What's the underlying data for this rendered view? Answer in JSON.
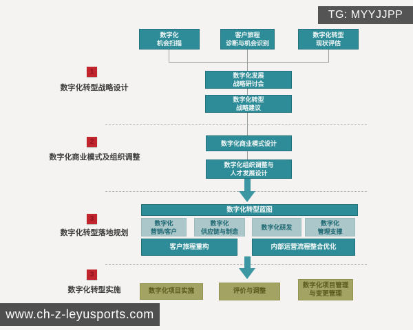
{
  "watermarks": {
    "tg": "TG: MYYJJPP",
    "url": "www.ch-z-leyusports.com"
  },
  "colors": {
    "teal": "#2e8c99",
    "teal_light": "#abc7ca",
    "olive": "#a3a364",
    "badge_red": "#c2242e",
    "watermark_gray": "#545454",
    "background": "#f4f3f1"
  },
  "phases": [
    {
      "num": "1",
      "label": "数字化转型战略设计"
    },
    {
      "num": "2",
      "label": "数字化商业模式及组织调整"
    },
    {
      "num": "3",
      "label": "数字化转型落地规划"
    },
    {
      "num": "3",
      "label": "数字化转型实施"
    }
  ],
  "assess_boxes": [
    {
      "line1": "数字化",
      "line2": "机会扫描"
    },
    {
      "line1": "客户旅程",
      "line2": "诊断与机会识别"
    },
    {
      "line1": "数字化转型",
      "line2": "现状评估"
    }
  ],
  "phase1": {
    "workshop": {
      "line1": "数字化发展",
      "line2": "战略研讨会"
    },
    "proposal": {
      "line1": "数字化转型",
      "line2": "战略建议"
    }
  },
  "phase2": {
    "business_model": {
      "line1": "数字化商业模式设计"
    },
    "org_design": {
      "line1": "数字化组织调整与",
      "line2": "人才发展设计"
    }
  },
  "phase3": {
    "blueprint_title": "数字化转型蓝图",
    "domains": [
      {
        "line1": "数字化",
        "line2": "营销/客户"
      },
      {
        "line1": "数字化",
        "line2": "供应链与制造"
      },
      {
        "line1": "数字化研发",
        "line2": ""
      },
      {
        "line1": "数字化",
        "line2": "管理支撑"
      }
    ],
    "processes": [
      {
        "label": "客户旅程重构"
      },
      {
        "label": "内部运营流程整合优化"
      }
    ]
  },
  "phase4": {
    "boxes": [
      {
        "line1": "数字化项目实施",
        "line2": ""
      },
      {
        "line1": "评价与调整",
        "line2": ""
      },
      {
        "line1": "数字化项目管理",
        "line2": "与变更管理"
      }
    ]
  }
}
